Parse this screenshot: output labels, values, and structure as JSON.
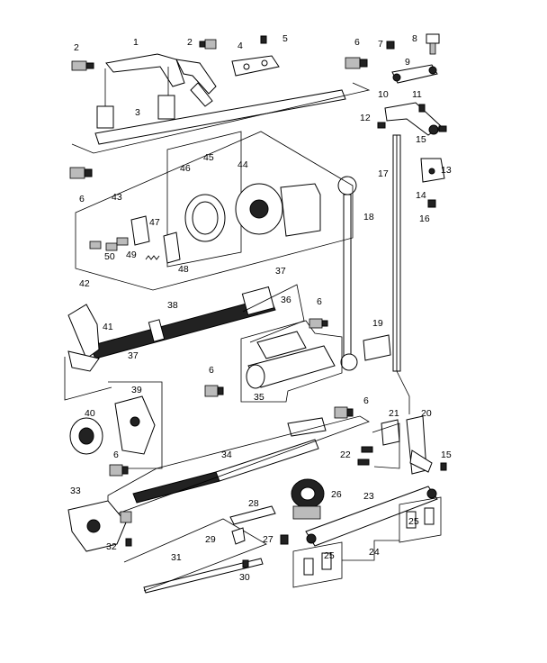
{
  "callouts": {
    "c1": "1",
    "c2a": "2",
    "c2b": "2",
    "c3": "3",
    "c4": "4",
    "c5": "5",
    "c6a": "6",
    "c6b": "6",
    "c6c": "6",
    "c6d": "6",
    "c6e": "6",
    "c6f": "6",
    "c7": "7",
    "c8": "8",
    "c9": "9",
    "c10": "10",
    "c11": "11",
    "c12": "12",
    "c13": "13",
    "c14": "14",
    "c15a": "15",
    "c15b": "15",
    "c16": "16",
    "c17": "17",
    "c18": "18",
    "c19": "19",
    "c20": "20",
    "c21": "21",
    "c22": "22",
    "c23": "23",
    "c24": "24",
    "c25a": "25",
    "c25b": "25",
    "c26": "26",
    "c27": "27",
    "c28": "28",
    "c29": "29",
    "c30": "30",
    "c31": "31",
    "c32": "32",
    "c33": "33",
    "c34": "34",
    "c35": "35",
    "c36": "36",
    "c37a": "37",
    "c37b": "37",
    "c38": "38",
    "c39": "39",
    "c40": "40",
    "c41": "41",
    "c42": "42",
    "c43": "43",
    "c44": "44",
    "c45": "45",
    "c46": "46",
    "c47": "47",
    "c48": "48",
    "c49": "49",
    "c50": "50"
  }
}
